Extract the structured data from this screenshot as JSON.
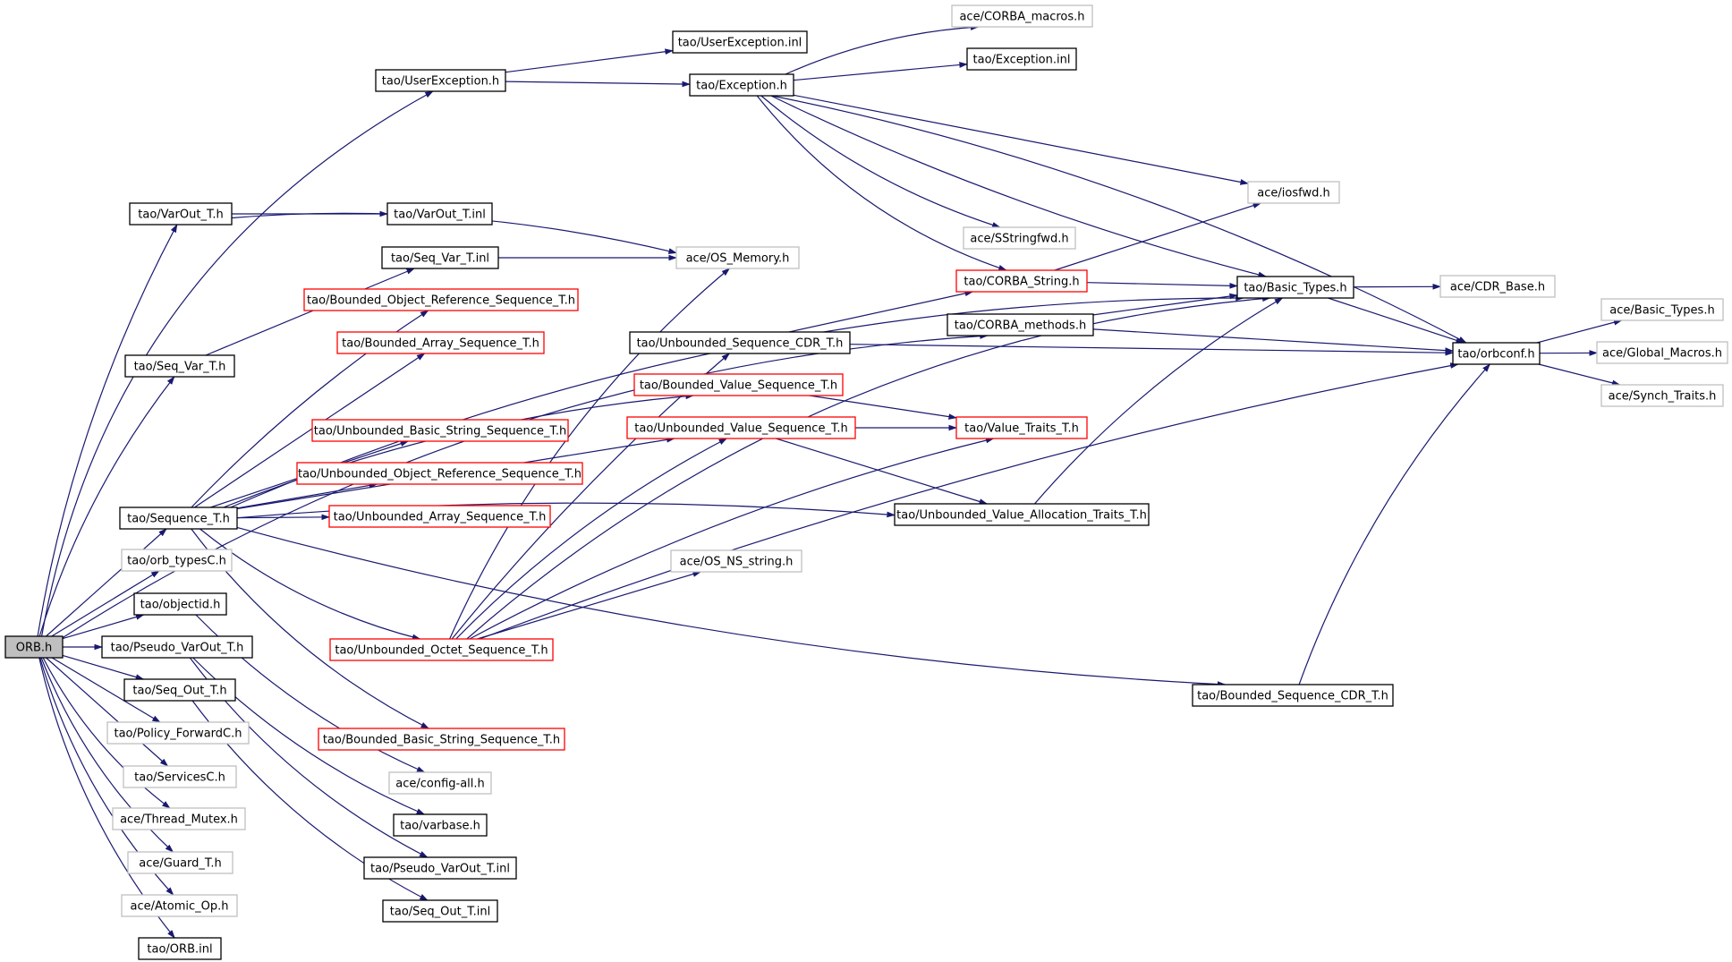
{
  "graph": {
    "colors": {
      "edge": "#191970",
      "normal_border": "#000000",
      "missing_border": "#bfbfbf",
      "incomplete_border": "#ff0000",
      "root_fill": "#bfbfbf",
      "fill": "#ffffff"
    },
    "nodes": [
      {
        "id": "orb",
        "label": "ORB.h",
        "style": "root"
      },
      {
        "id": "userexc",
        "label": "tao/UserException.h",
        "style": "normal"
      },
      {
        "id": "userexcinl",
        "label": "tao/UserException.inl",
        "style": "normal"
      },
      {
        "id": "exception",
        "label": "tao/Exception.h",
        "style": "normal"
      },
      {
        "id": "corbamacros",
        "label": "ace/CORBA_macros.h",
        "style": "missing"
      },
      {
        "id": "exceptioninl",
        "label": "tao/Exception.inl",
        "style": "normal"
      },
      {
        "id": "iosfwd",
        "label": "ace/iosfwd.h",
        "style": "missing"
      },
      {
        "id": "sstringfwd",
        "label": "ace/SStringfwd.h",
        "style": "missing"
      },
      {
        "id": "corbastring",
        "label": "tao/CORBA_String.h",
        "style": "incomplete"
      },
      {
        "id": "basictypes",
        "label": "tao/Basic_Types.h",
        "style": "normal"
      },
      {
        "id": "cdrbase",
        "label": "ace/CDR_Base.h",
        "style": "missing"
      },
      {
        "id": "orbconf",
        "label": "tao/orbconf.h",
        "style": "normal"
      },
      {
        "id": "acebasictypes",
        "label": "ace/Basic_Types.h",
        "style": "missing"
      },
      {
        "id": "globalmacros",
        "label": "ace/Global_Macros.h",
        "style": "missing"
      },
      {
        "id": "synchtraits",
        "label": "ace/Synch_Traits.h",
        "style": "missing"
      },
      {
        "id": "varout",
        "label": "tao/VarOut_T.h",
        "style": "normal"
      },
      {
        "id": "varoutinl",
        "label": "tao/VarOut_T.inl",
        "style": "normal"
      },
      {
        "id": "seqvarinl",
        "label": "tao/Seq_Var_T.inl",
        "style": "normal"
      },
      {
        "id": "osmemory",
        "label": "ace/OS_Memory.h",
        "style": "missing"
      },
      {
        "id": "boundedobjref",
        "label": "tao/Bounded_Object_Reference_Sequence_T.h",
        "style": "incomplete"
      },
      {
        "id": "boundedarray",
        "label": "tao/Bounded_Array_Sequence_T.h",
        "style": "incomplete"
      },
      {
        "id": "seqvar",
        "label": "tao/Seq_Var_T.h",
        "style": "normal"
      },
      {
        "id": "unboundedseqcdr",
        "label": "tao/Unbounded_Sequence_CDR_T.h",
        "style": "normal"
      },
      {
        "id": "corbamethods",
        "label": "tao/CORBA_methods.h",
        "style": "normal"
      },
      {
        "id": "boundedvalue",
        "label": "tao/Bounded_Value_Sequence_T.h",
        "style": "incomplete"
      },
      {
        "id": "unbbasicstr",
        "label": "tao/Unbounded_Basic_String_Sequence_T.h",
        "style": "incomplete"
      },
      {
        "id": "unbvalue",
        "label": "tao/Unbounded_Value_Sequence_T.h",
        "style": "incomplete"
      },
      {
        "id": "valuetraits",
        "label": "tao/Value_Traits_T.h",
        "style": "incomplete"
      },
      {
        "id": "unbobjref",
        "label": "tao/Unbounded_Object_Reference_Sequence_T.h",
        "style": "incomplete"
      },
      {
        "id": "sequence",
        "label": "tao/Sequence_T.h",
        "style": "normal"
      },
      {
        "id": "unbarray",
        "label": "tao/Unbounded_Array_Sequence_T.h",
        "style": "incomplete"
      },
      {
        "id": "unbvalalloc",
        "label": "tao/Unbounded_Value_Allocation_Traits_T.h",
        "style": "normal"
      },
      {
        "id": "orbtypes",
        "label": "tao/orb_typesC.h",
        "style": "missing"
      },
      {
        "id": "osnsstring",
        "label": "ace/OS_NS_string.h",
        "style": "missing"
      },
      {
        "id": "objectid",
        "label": "tao/objectid.h",
        "style": "normal"
      },
      {
        "id": "pseudovarout",
        "label": "tao/Pseudo_VarOut_T.h",
        "style": "normal"
      },
      {
        "id": "unboctet",
        "label": "tao/Unbounded_Octet_Sequence_T.h",
        "style": "incomplete"
      },
      {
        "id": "seqout",
        "label": "tao/Seq_Out_T.h",
        "style": "normal"
      },
      {
        "id": "boundedseqcdr",
        "label": "tao/Bounded_Sequence_CDR_T.h",
        "style": "normal"
      },
      {
        "id": "policyfwd",
        "label": "tao/Policy_ForwardC.h",
        "style": "missing"
      },
      {
        "id": "boundedbasicstr",
        "label": "tao/Bounded_Basic_String_Sequence_T.h",
        "style": "incomplete"
      },
      {
        "id": "servicesc",
        "label": "tao/ServicesC.h",
        "style": "missing"
      },
      {
        "id": "configall",
        "label": "ace/config-all.h",
        "style": "missing"
      },
      {
        "id": "threadmutex",
        "label": "ace/Thread_Mutex.h",
        "style": "missing"
      },
      {
        "id": "varbase",
        "label": "tao/varbase.h",
        "style": "normal"
      },
      {
        "id": "guard",
        "label": "ace/Guard_T.h",
        "style": "missing"
      },
      {
        "id": "pseudovaroutinl",
        "label": "tao/Pseudo_VarOut_T.inl",
        "style": "normal"
      },
      {
        "id": "atomicop",
        "label": "ace/Atomic_Op.h",
        "style": "missing"
      },
      {
        "id": "seqoutinl",
        "label": "tao/Seq_Out_T.inl",
        "style": "normal"
      },
      {
        "id": "orbinl",
        "label": "tao/ORB.inl",
        "style": "normal"
      }
    ],
    "edges": [
      [
        "orb",
        "userexc"
      ],
      [
        "orb",
        "varout"
      ],
      [
        "orb",
        "seqvar"
      ],
      [
        "orb",
        "sequence"
      ],
      [
        "orb",
        "orbtypes"
      ],
      [
        "orb",
        "objectid"
      ],
      [
        "orb",
        "pseudovarout"
      ],
      [
        "orb",
        "seqout"
      ],
      [
        "orb",
        "policyfwd"
      ],
      [
        "orb",
        "servicesc"
      ],
      [
        "orb",
        "threadmutex"
      ],
      [
        "orb",
        "guard"
      ],
      [
        "orb",
        "atomicop"
      ],
      [
        "orb",
        "orbinl"
      ],
      [
        "orb",
        "corbamethods"
      ],
      [
        "userexc",
        "userexcinl"
      ],
      [
        "userexc",
        "exception"
      ],
      [
        "exception",
        "corbamacros"
      ],
      [
        "exception",
        "exceptioninl"
      ],
      [
        "exception",
        "iosfwd"
      ],
      [
        "exception",
        "sstringfwd"
      ],
      [
        "exception",
        "corbastring"
      ],
      [
        "exception",
        "basictypes"
      ],
      [
        "exception",
        "orbconf"
      ],
      [
        "corbastring",
        "iosfwd"
      ],
      [
        "corbastring",
        "basictypes"
      ],
      [
        "basictypes",
        "cdrbase"
      ],
      [
        "basictypes",
        "orbconf"
      ],
      [
        "orbconf",
        "acebasictypes"
      ],
      [
        "orbconf",
        "globalmacros"
      ],
      [
        "orbconf",
        "synchtraits"
      ],
      [
        "corbamethods",
        "basictypes"
      ],
      [
        "corbamethods",
        "orbconf"
      ],
      [
        "varout",
        "varoutinl"
      ],
      [
        "varout",
        "osmemory"
      ],
      [
        "seqvar",
        "seqvarinl"
      ],
      [
        "seqvarinl",
        "osmemory"
      ],
      [
        "sequence",
        "boundedobjref"
      ],
      [
        "sequence",
        "boundedarray"
      ],
      [
        "sequence",
        "boundedvalue"
      ],
      [
        "sequence",
        "unbbasicstr"
      ],
      [
        "sequence",
        "unbobjref"
      ],
      [
        "sequence",
        "unbarray"
      ],
      [
        "sequence",
        "unbvalue"
      ],
      [
        "sequence",
        "basictypes"
      ],
      [
        "sequence",
        "unboctet"
      ],
      [
        "sequence",
        "boundedbasicstr"
      ],
      [
        "sequence",
        "boundedseqcdr"
      ],
      [
        "sequence",
        "unbvalalloc"
      ],
      [
        "unboundedseqcdr",
        "corbastring"
      ],
      [
        "unboundedseqcdr",
        "orbconf"
      ],
      [
        "boundedvalue",
        "valuetraits"
      ],
      [
        "unbvalue",
        "valuetraits"
      ],
      [
        "unbvalue",
        "unbvalalloc"
      ],
      [
        "unbvalalloc",
        "basictypes"
      ],
      [
        "unboctet",
        "osmemory"
      ],
      [
        "unboctet",
        "osnsstring"
      ],
      [
        "unboctet",
        "valuetraits"
      ],
      [
        "unboctet",
        "orbconf"
      ],
      [
        "unboctet",
        "unboundedseqcdr"
      ],
      [
        "unboctet",
        "unbvalue"
      ],
      [
        "unboctet",
        "basictypes"
      ],
      [
        "boundedseqcdr",
        "orbconf"
      ],
      [
        "objectid",
        "configall"
      ],
      [
        "pseudovarout",
        "varbase"
      ],
      [
        "pseudovarout",
        "pseudovaroutinl"
      ],
      [
        "seqout",
        "seqoutinl"
      ]
    ]
  }
}
